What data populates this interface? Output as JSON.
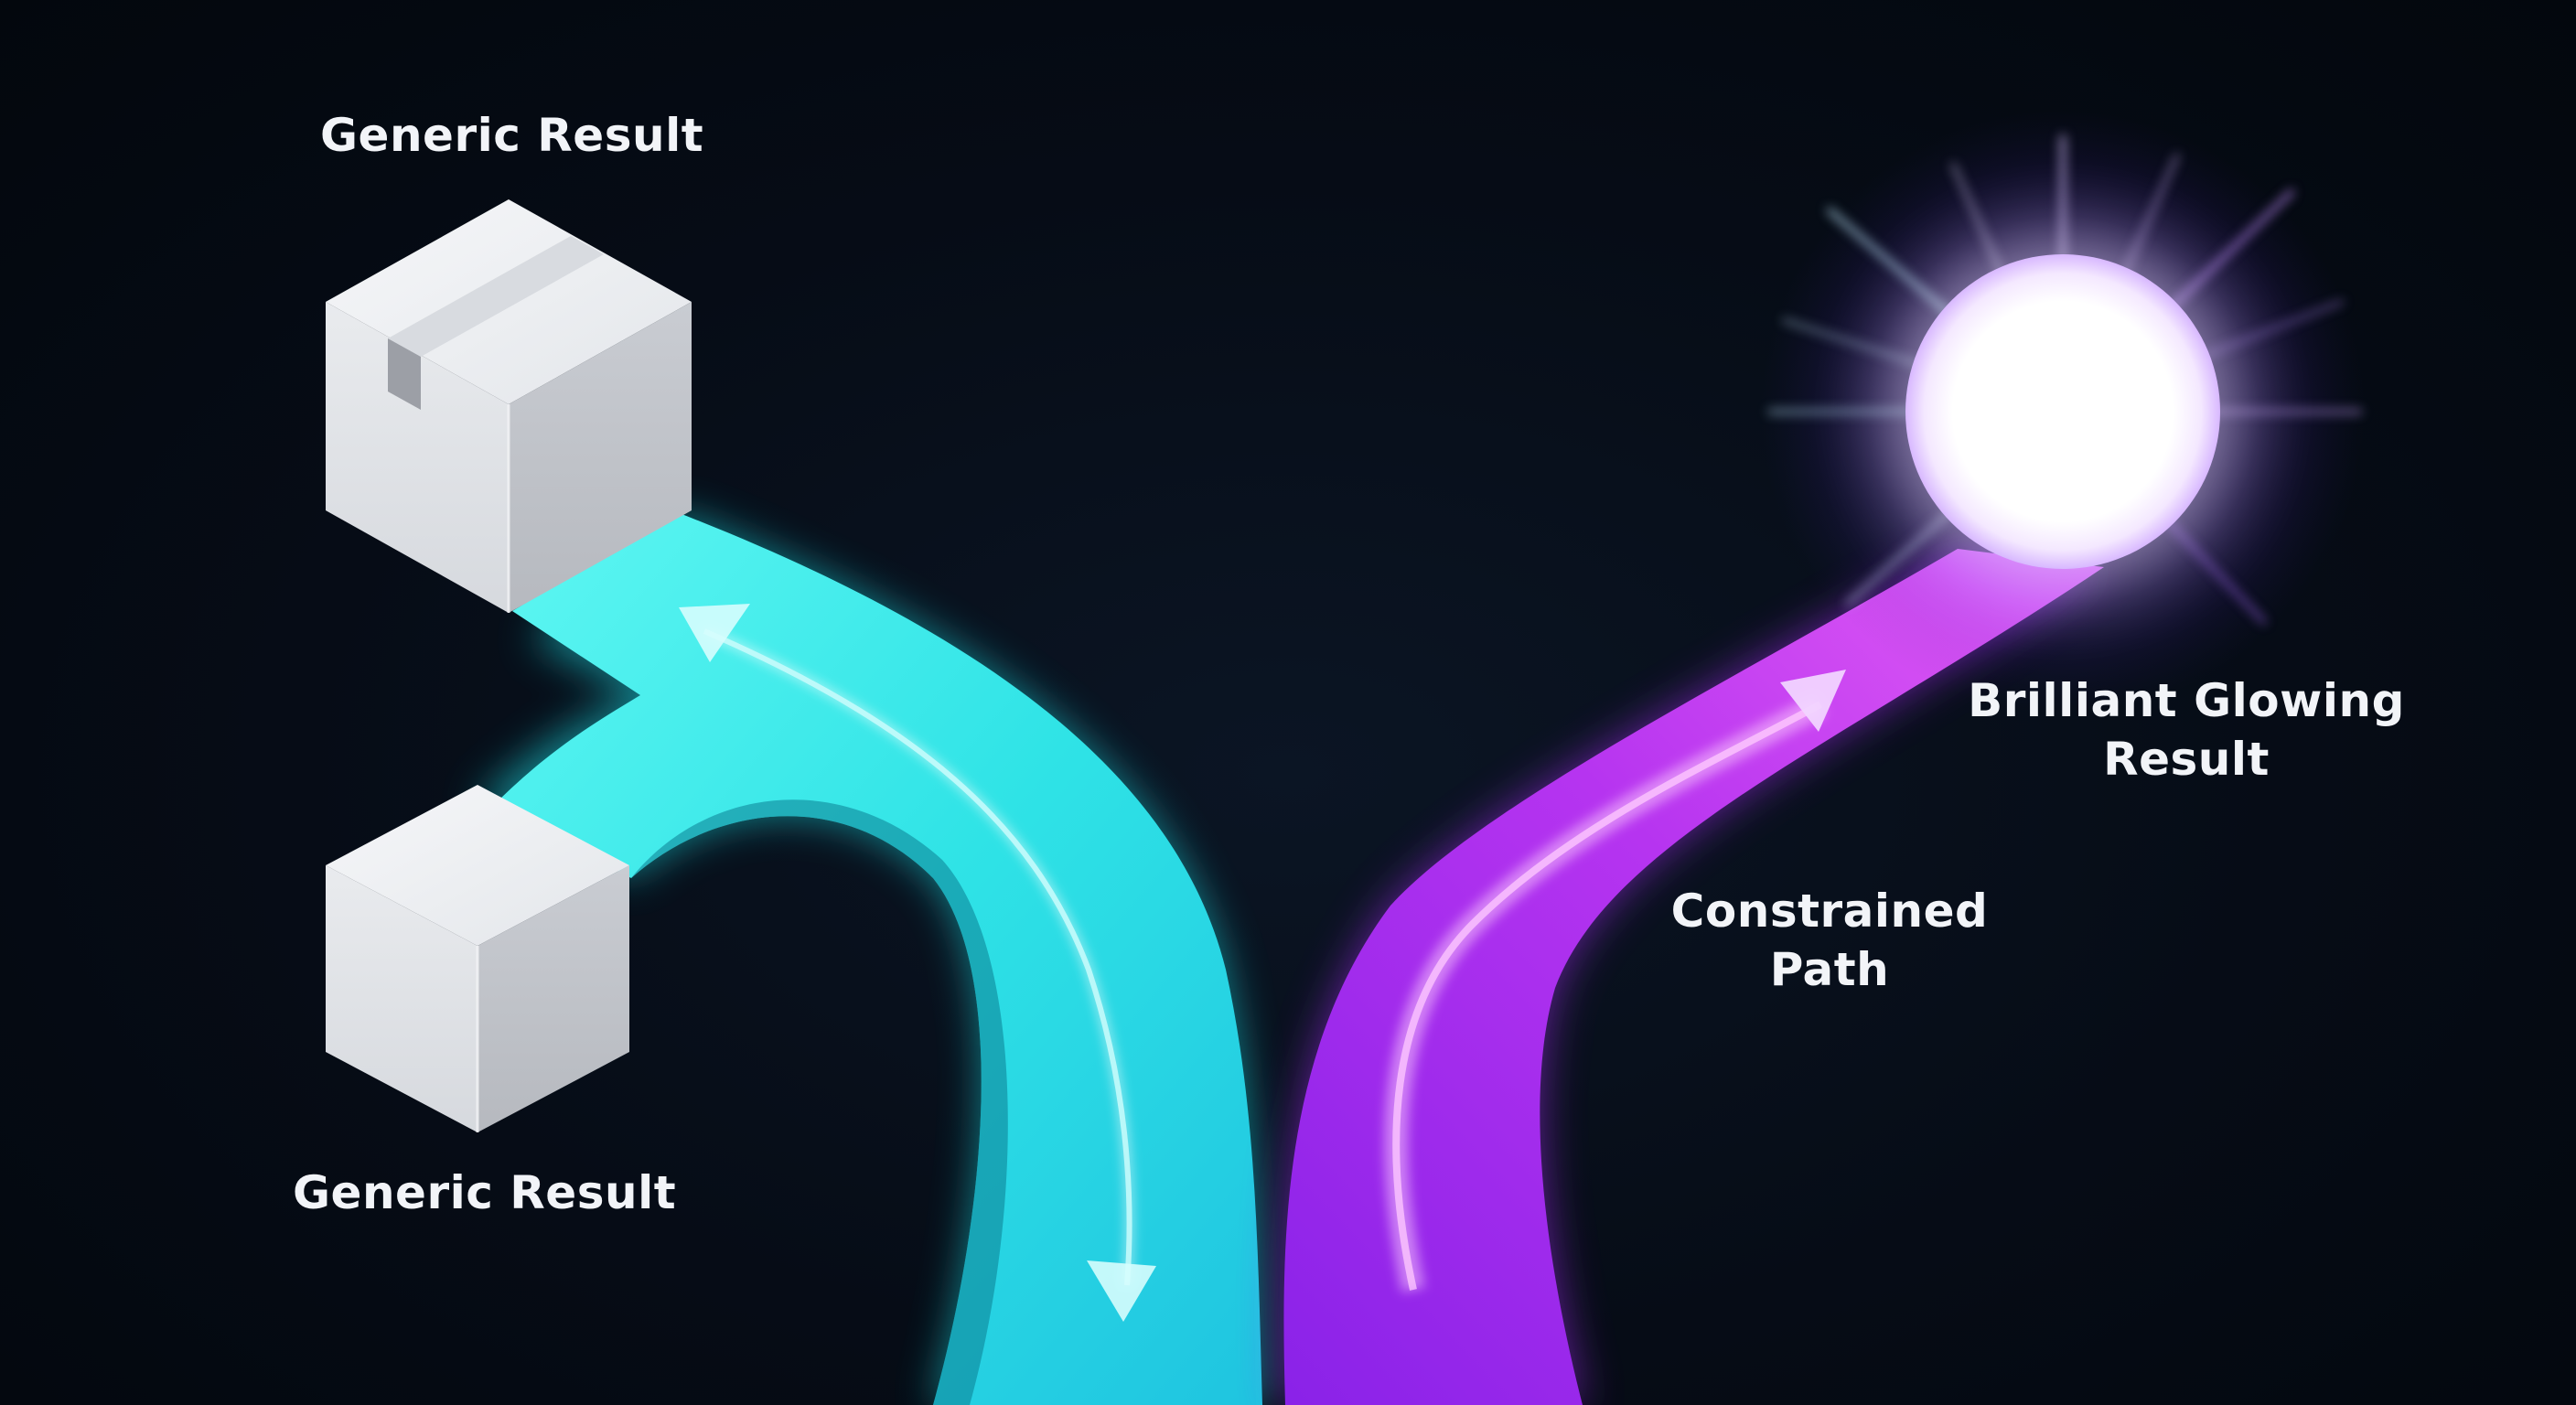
{
  "labels": {
    "top_left": "Generic Result",
    "bottom_left": "Generic Result",
    "constrained_line1": "Constrained",
    "constrained_line2": "Path",
    "brilliant_line1": "Brilliant Glowing",
    "brilliant_line2": "Result"
  },
  "icons": {
    "top_box": "cardboard-box-icon",
    "bottom_box": "cube-icon",
    "glow": "glowing-orb-icon",
    "cyan_arrow": "bidirectional-curved-arrow-icon",
    "purple_arrow": "arrow-up-right-icon"
  },
  "colors": {
    "background": "#050b14",
    "cyan_path": "#2ee6e6",
    "purple_path": "#a229ef",
    "orb": "#ffffff",
    "box_face": "#e6e8ec"
  }
}
